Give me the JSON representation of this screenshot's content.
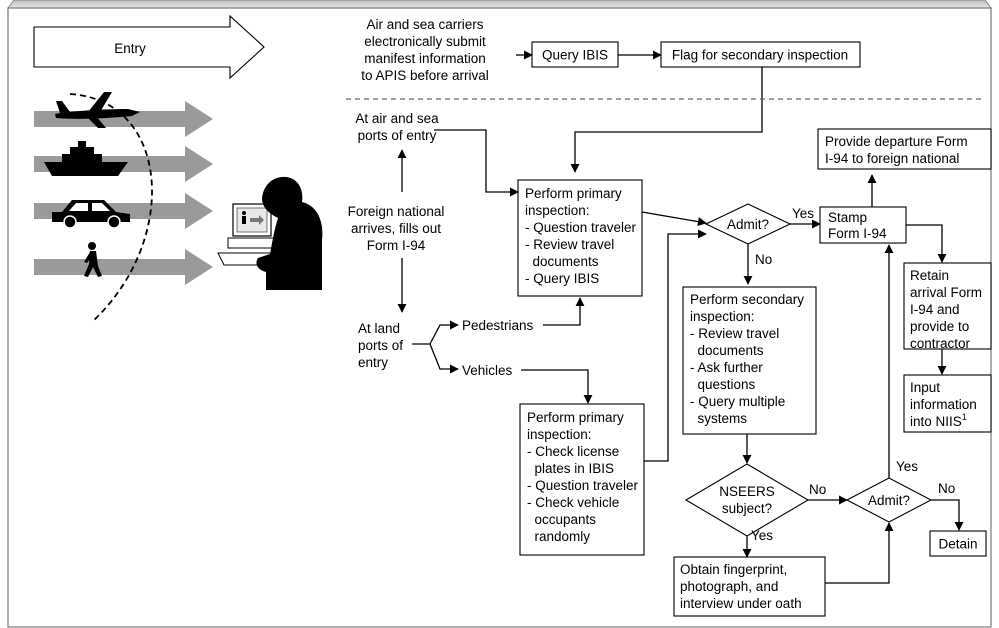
{
  "entry_label": "Entry",
  "apis": {
    "lines": [
      "Air and sea carriers",
      "electronically submit",
      "manifest information",
      "to APIS before arrival"
    ],
    "query_ibis": "Query IBIS",
    "flag": "Flag for secondary inspection"
  },
  "air_sea_ports": [
    "At air and sea",
    "ports of entry"
  ],
  "foreign_national": [
    "Foreign national",
    "arrives, fills out",
    "Form I-94"
  ],
  "land_ports": [
    "At land",
    "ports of",
    "entry"
  ],
  "pedestrians": "Pedestrians",
  "vehicles": "Vehicles",
  "primary_air": [
    "Perform primary",
    "inspection:",
    "- Question traveler",
    "- Review travel",
    "  documents",
    "- Query IBIS"
  ],
  "primary_land": [
    "Perform primary",
    "inspection:",
    "- Check license",
    "  plates in IBIS",
    "- Question traveler",
    "- Check vehicle",
    "  occupants",
    "  randomly"
  ],
  "admit1": "Admit?",
  "yes": "Yes",
  "no": "No",
  "stamp": [
    "Stamp",
    "Form I-94"
  ],
  "departure": [
    "Provide departure Form",
    "I-94 to foreign national"
  ],
  "secondary": [
    "Perform secondary",
    "inspection:",
    "- Review travel",
    "  documents",
    "- Ask further",
    "  questions",
    "- Query multiple",
    "  systems"
  ],
  "retain": [
    "Retain",
    "arrival Form",
    "I-94 and",
    "provide to",
    "contractor"
  ],
  "input": [
    "Input",
    "information",
    "into NIIS"
  ],
  "input_sup": "1",
  "nseers": [
    "NSEERS",
    "subject?"
  ],
  "admit2": "Admit?",
  "obtain": [
    "Obtain fingerprint,",
    "photograph, and",
    "interview under oath"
  ],
  "detain": "Detain",
  "icons": [
    "airplane-icon",
    "ship-icon",
    "car-icon",
    "pedestrian-icon",
    "person-at-computer-icon"
  ]
}
